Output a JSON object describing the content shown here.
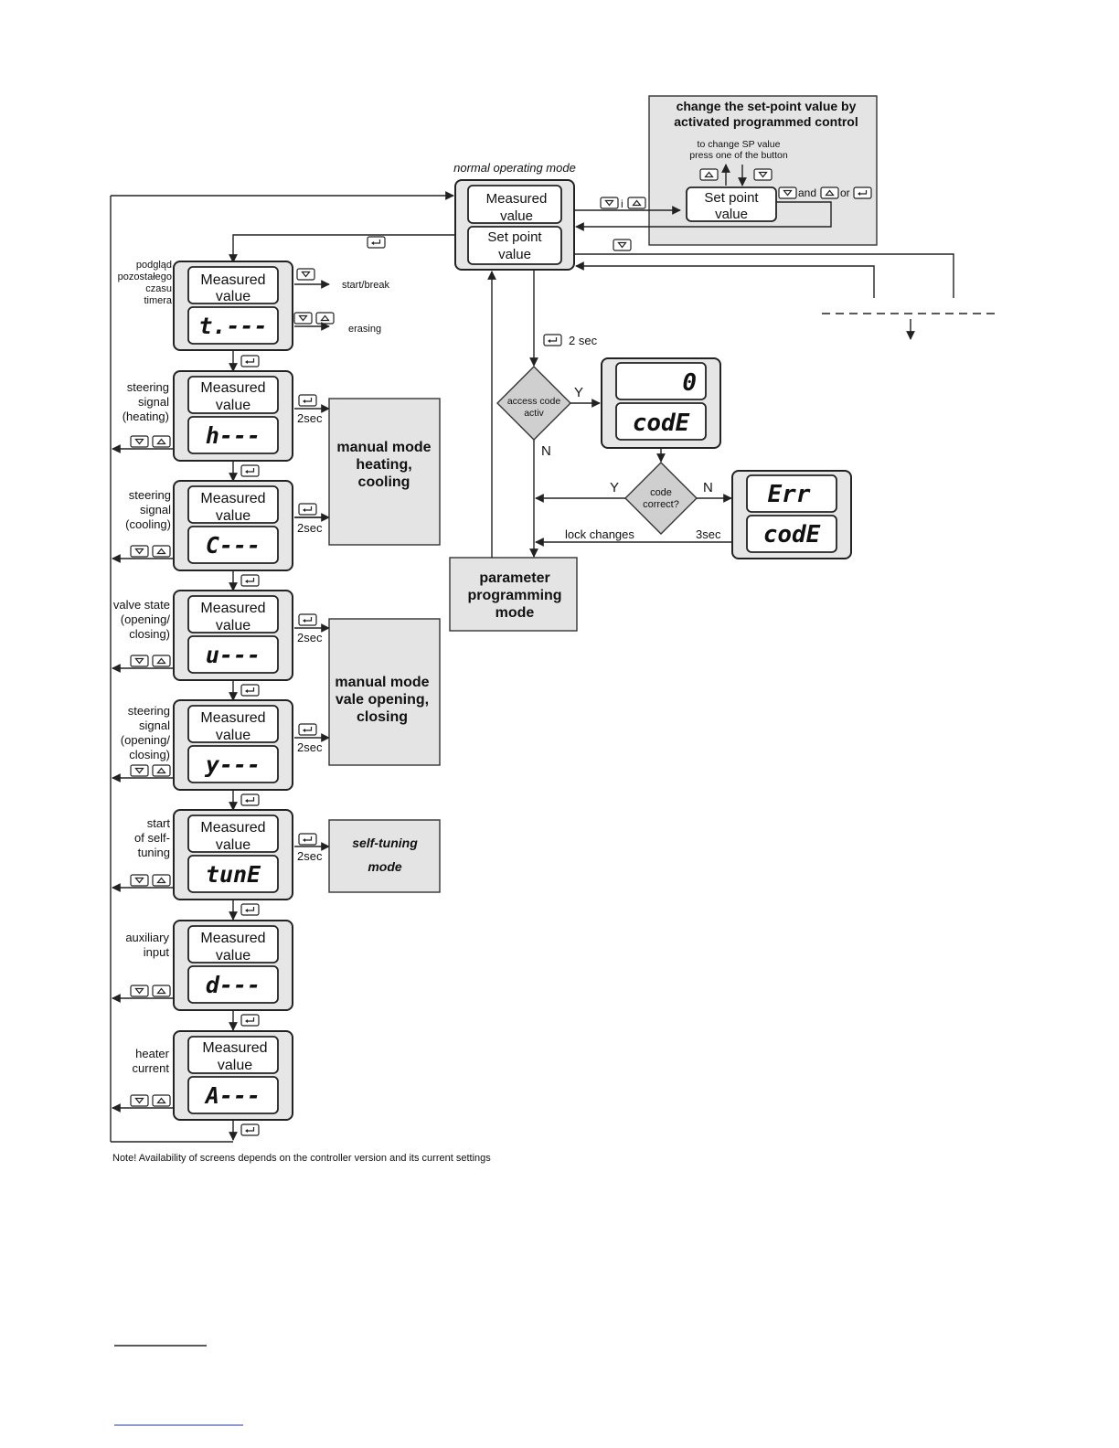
{
  "normal": {
    "caption": "normal operating mode",
    "measured": "Measured value",
    "setpoint": "Set point value"
  },
  "change_sp": {
    "title_1": "change the set-point value by",
    "title_2": "activated programmed control",
    "hint_1": "to change SP value",
    "hint_2": "press one of the button",
    "setpoint": "Set point value",
    "and": "and",
    "or": "or",
    "i": "i"
  },
  "screens": [
    {
      "label": [
        "podgląd",
        "pozostałego",
        "czasu",
        "timera"
      ],
      "top": "Measured value",
      "code": "t.---"
    },
    {
      "label": [
        "steering",
        "signal",
        "(heating)"
      ],
      "top": "Measured value",
      "code": "h---"
    },
    {
      "label": [
        "steering",
        "signal",
        "(cooling)"
      ],
      "top": "Measured value",
      "code": "C---"
    },
    {
      "label": [
        "valve state",
        "(opening/",
        "closing)"
      ],
      "top": "Measured value",
      "code": "u---"
    },
    {
      "label": [
        "steering",
        "signal",
        "(opening/",
        "closing)"
      ],
      "top": "Measured value",
      "code": "y---"
    },
    {
      "label": [
        "start",
        "of self-",
        "tuning"
      ],
      "top": "Measured value",
      "code": "tunE"
    },
    {
      "label": [
        "auxiliary",
        "input"
      ],
      "top": "Measured value",
      "code": "d---"
    },
    {
      "label": [
        "heater",
        "current"
      ],
      "top": "Measured value",
      "code": "A---"
    }
  ],
  "timer": {
    "start_break": "start/break",
    "erasing": "erasing"
  },
  "two_sec": "2sec",
  "manual_heat": [
    "manual mode",
    "heating,",
    "cooling"
  ],
  "manual_valve": [
    "manual mode",
    "vale opening,",
    "closing"
  ],
  "self_tuning": [
    "self-tuning",
    "mode"
  ],
  "access": {
    "enter_2sec": "2 sec",
    "decision": [
      "access code",
      "activ"
    ],
    "yes": "Y",
    "no": "N",
    "code_value": "0",
    "code_label": "codE",
    "check": [
      "code",
      "correct?"
    ],
    "err": "Err",
    "err_code": "codE",
    "lock": "lock changes",
    "three_sec": "3sec"
  },
  "param_mode": [
    "parameter",
    "programming",
    "mode"
  ],
  "note": "Note! Availability of screens depends on the controller version and its current settings"
}
